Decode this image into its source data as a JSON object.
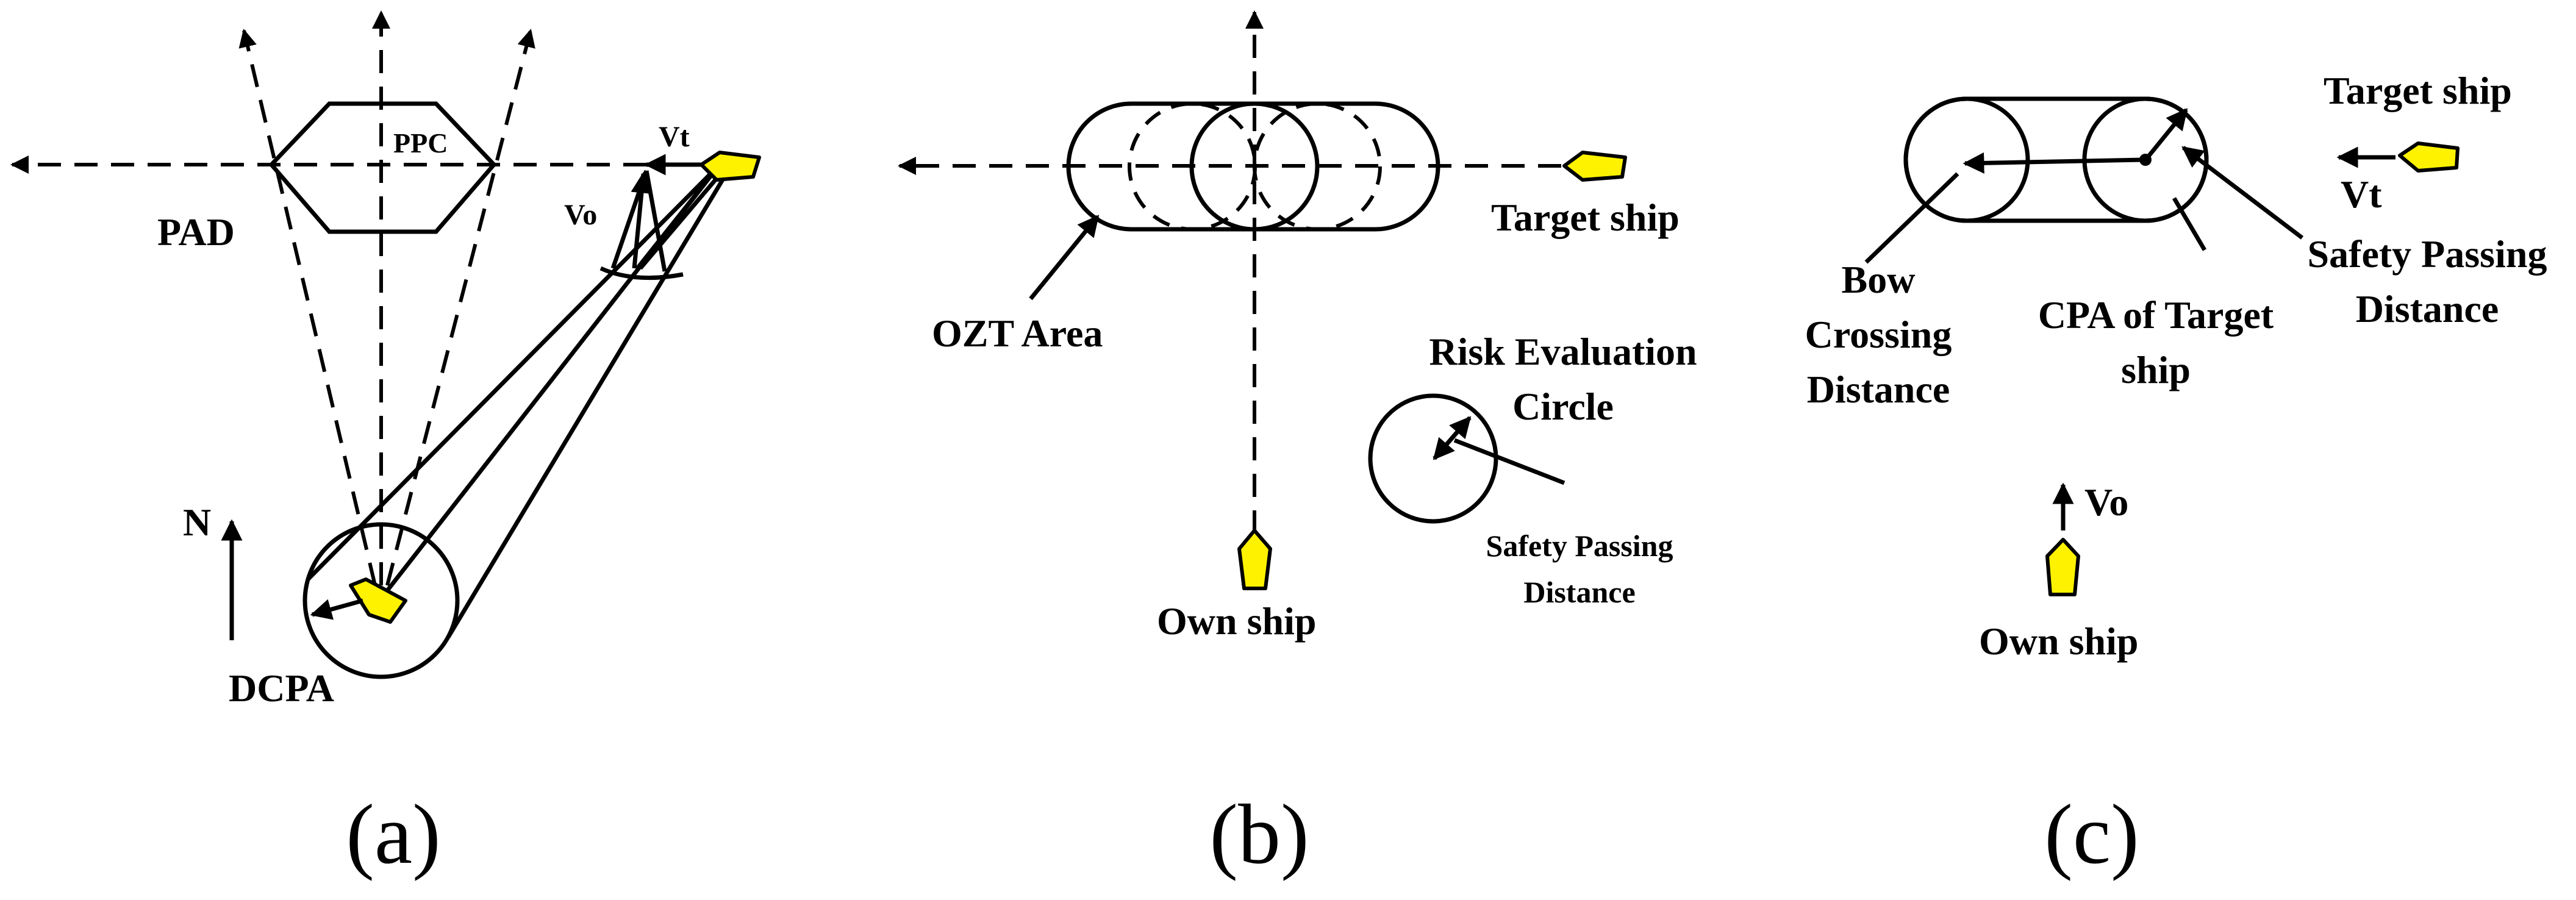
{
  "colors": {
    "ship_fill": "#FFF200",
    "line": "#000000",
    "background": "#ffffff"
  },
  "panel_a": {
    "caption": "(a)",
    "labels": {
      "pad": "PAD",
      "ppc": "PPC",
      "vt": "Vt",
      "vo": "Vo",
      "north": "N",
      "dcpa": "DCPA"
    }
  },
  "panel_b": {
    "caption": "(b)",
    "labels": {
      "ozt_area": "OZT Area",
      "target_ship": "Target ship",
      "own_ship": "Own ship",
      "risk_eval_line1": "Risk Evaluation",
      "risk_eval_line2": "Circle",
      "safety_line1": "Safety Passing",
      "safety_line2": "Distance"
    }
  },
  "panel_c": {
    "caption": "(c)",
    "labels": {
      "target_ship": "Target ship",
      "vt": "Vt",
      "safety_line1": "Safety Passing",
      "safety_line2": "Distance",
      "bow_line1": "Bow",
      "bow_line2": "Crossing",
      "bow_line3": "Distance",
      "cpa_line1": "CPA of Target",
      "cpa_line2": "ship",
      "vo": "Vo",
      "own_ship": "Own ship"
    }
  }
}
